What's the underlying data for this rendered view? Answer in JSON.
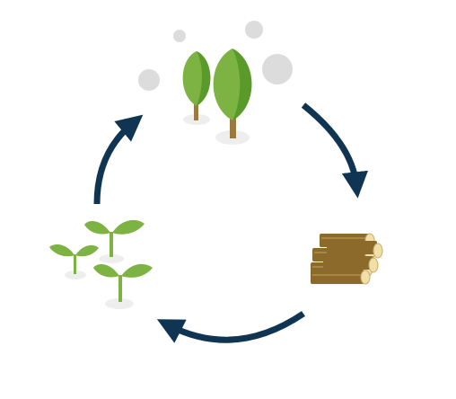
{
  "diagram": {
    "type": "cycle",
    "stages": [
      {
        "id": "trees",
        "icon": "trees-icon"
      },
      {
        "id": "logs",
        "icon": "logs-icon"
      },
      {
        "id": "seedlings",
        "icon": "seedlings-icon"
      }
    ],
    "flow_direction": "clockwise",
    "colors": {
      "arrow": "#0f3553",
      "foliage": "#7cb342",
      "foliage_shade": "#5a9a2a",
      "trunk": "#9a7a3e",
      "log_bark": "#8b6a2c",
      "log_end": "#f1dfa8",
      "bubble": "#dcdcdc",
      "ground_shadow": "#eeeeee"
    }
  }
}
